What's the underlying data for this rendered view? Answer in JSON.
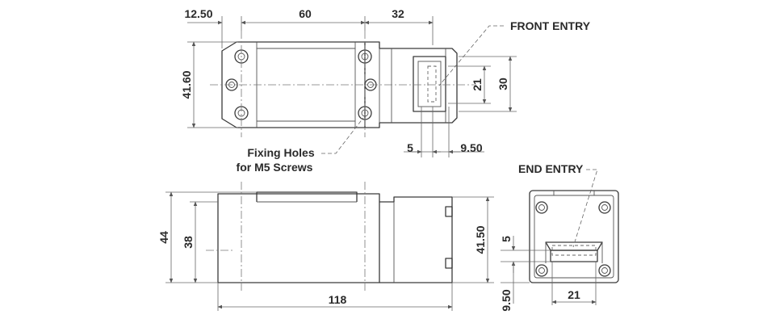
{
  "top_view": {
    "dim_width_left": "12.50",
    "dim_width_body": "60",
    "dim_width_head": "32",
    "dim_height": "41.60",
    "dim_entry_height": "21",
    "dim_head_height": "30",
    "dim_entry_offset_left": "5",
    "dim_entry_offset_right": "9.50",
    "front_entry_label": "FRONT ENTRY",
    "fixing_holes_line1": "Fixing Holes",
    "fixing_holes_line2": "for M5 Screws"
  },
  "side_view": {
    "dim_overall_height": "44",
    "dim_body_height": "38",
    "dim_head_height": "41.50",
    "dim_overall_length": "118"
  },
  "end_view": {
    "end_entry_label": "END ENTRY",
    "dim_slot_height": "5",
    "dim_slot_offset": "9.50",
    "dim_slot_width": "21"
  }
}
